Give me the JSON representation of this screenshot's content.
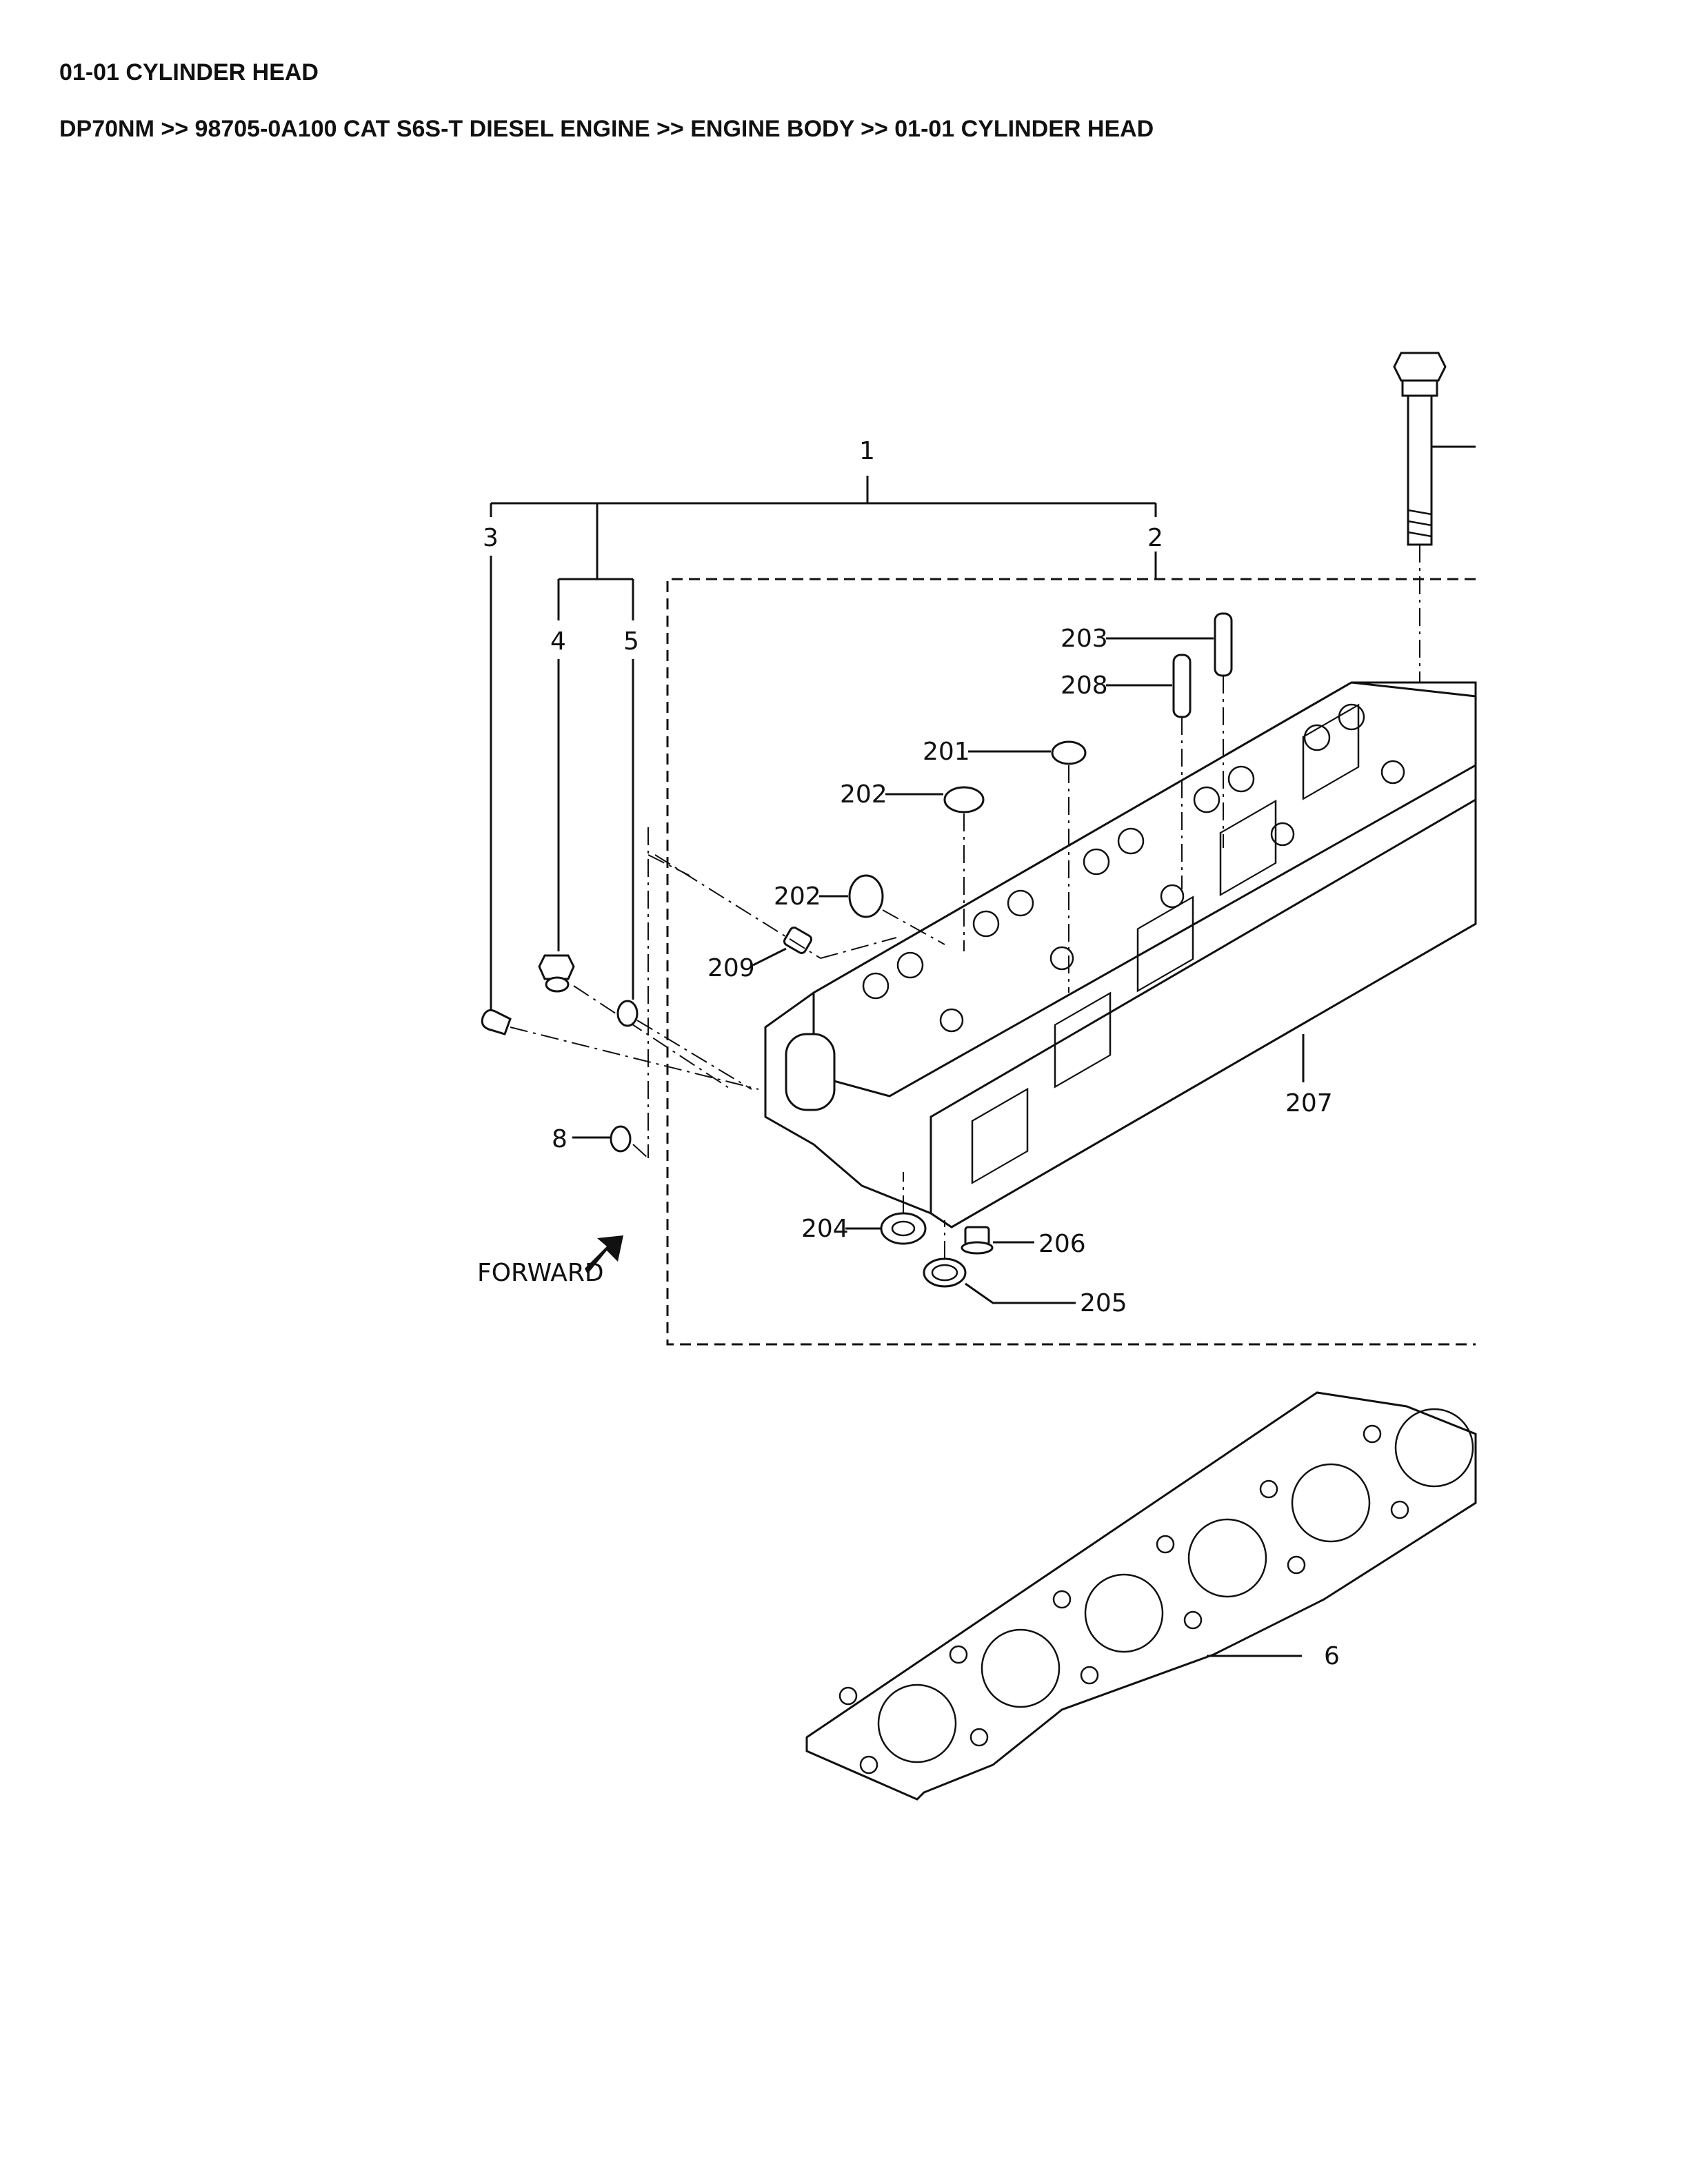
{
  "page": {
    "title": "01-01 CYLINDER HEAD",
    "breadcrumb": "DP70NM >> 98705-0A100 CAT S6S-T DIESEL ENGINE >> ENGINE BODY >> 01-01 CYLINDER HEAD"
  },
  "diagram": {
    "callouts": {
      "c1": "1",
      "c2": "2",
      "c3": "3",
      "c4": "4",
      "c5": "5",
      "c6": "6",
      "c8": "8",
      "c201": "201",
      "c202a": "202",
      "c202b": "202",
      "c203": "203",
      "c204": "204",
      "c205": "205",
      "c206": "206",
      "c207": "207",
      "c208": "208",
      "c209": "209"
    },
    "forward_label": "FORWARD"
  }
}
